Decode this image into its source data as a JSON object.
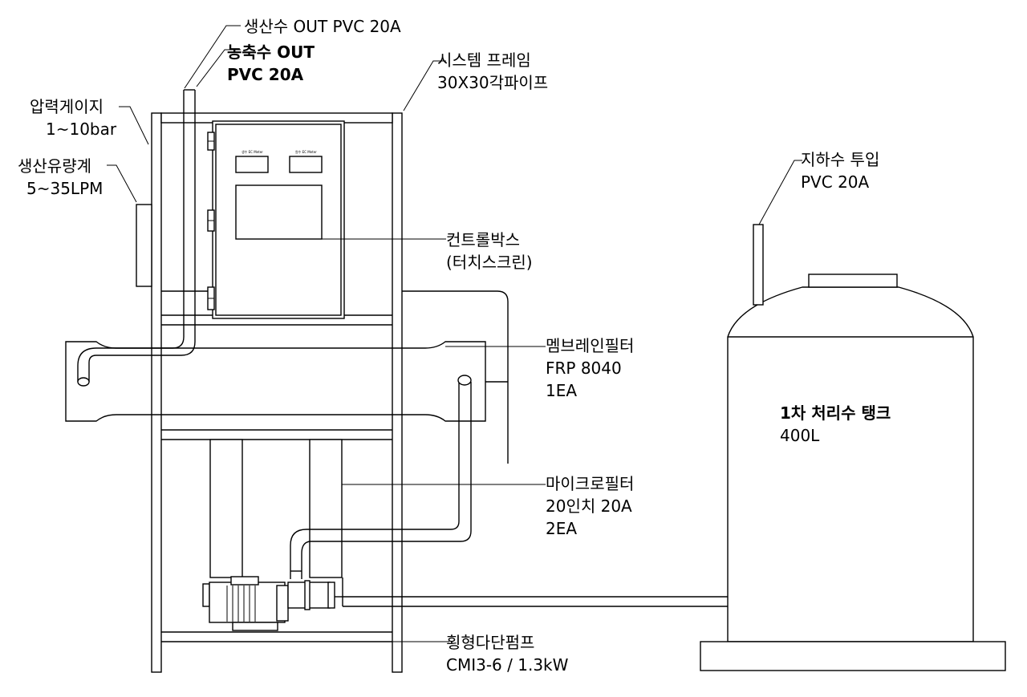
{
  "labels": {
    "product_out": "생산수 OUT PVC 20A",
    "concentrate_out_1": "농축수 OUT",
    "concentrate_out_2": "PVC 20A",
    "system_frame_1": "시스템 프레임",
    "system_frame_2": "30X30각파이프",
    "pressure_gauge_1": "압력게이지",
    "pressure_gauge_2": "1~10bar",
    "flow_meter_1": "생산유량계",
    "flow_meter_2": "5~35LPM",
    "groundwater_1": "지하수 투입",
    "groundwater_2": "PVC 20A",
    "control_box_1": "컨트롤박스",
    "control_box_2": "(터치스크린)",
    "membrane_1": "멤브레인필터",
    "membrane_2": "FRP 8040",
    "membrane_3": "1EA",
    "tank_1": "1차 처리수 탱크",
    "tank_2": "400L",
    "micro_1": "마이크로필터",
    "micro_2": "20인치 20A",
    "micro_3": "2EA",
    "pump_1": "횡형다단펌프",
    "pump_2": "CMI3-6 / 1.3kW"
  },
  "control_panel": {
    "meter_left": "생수 EC Meter",
    "meter_right": "원수 EC Meter"
  }
}
